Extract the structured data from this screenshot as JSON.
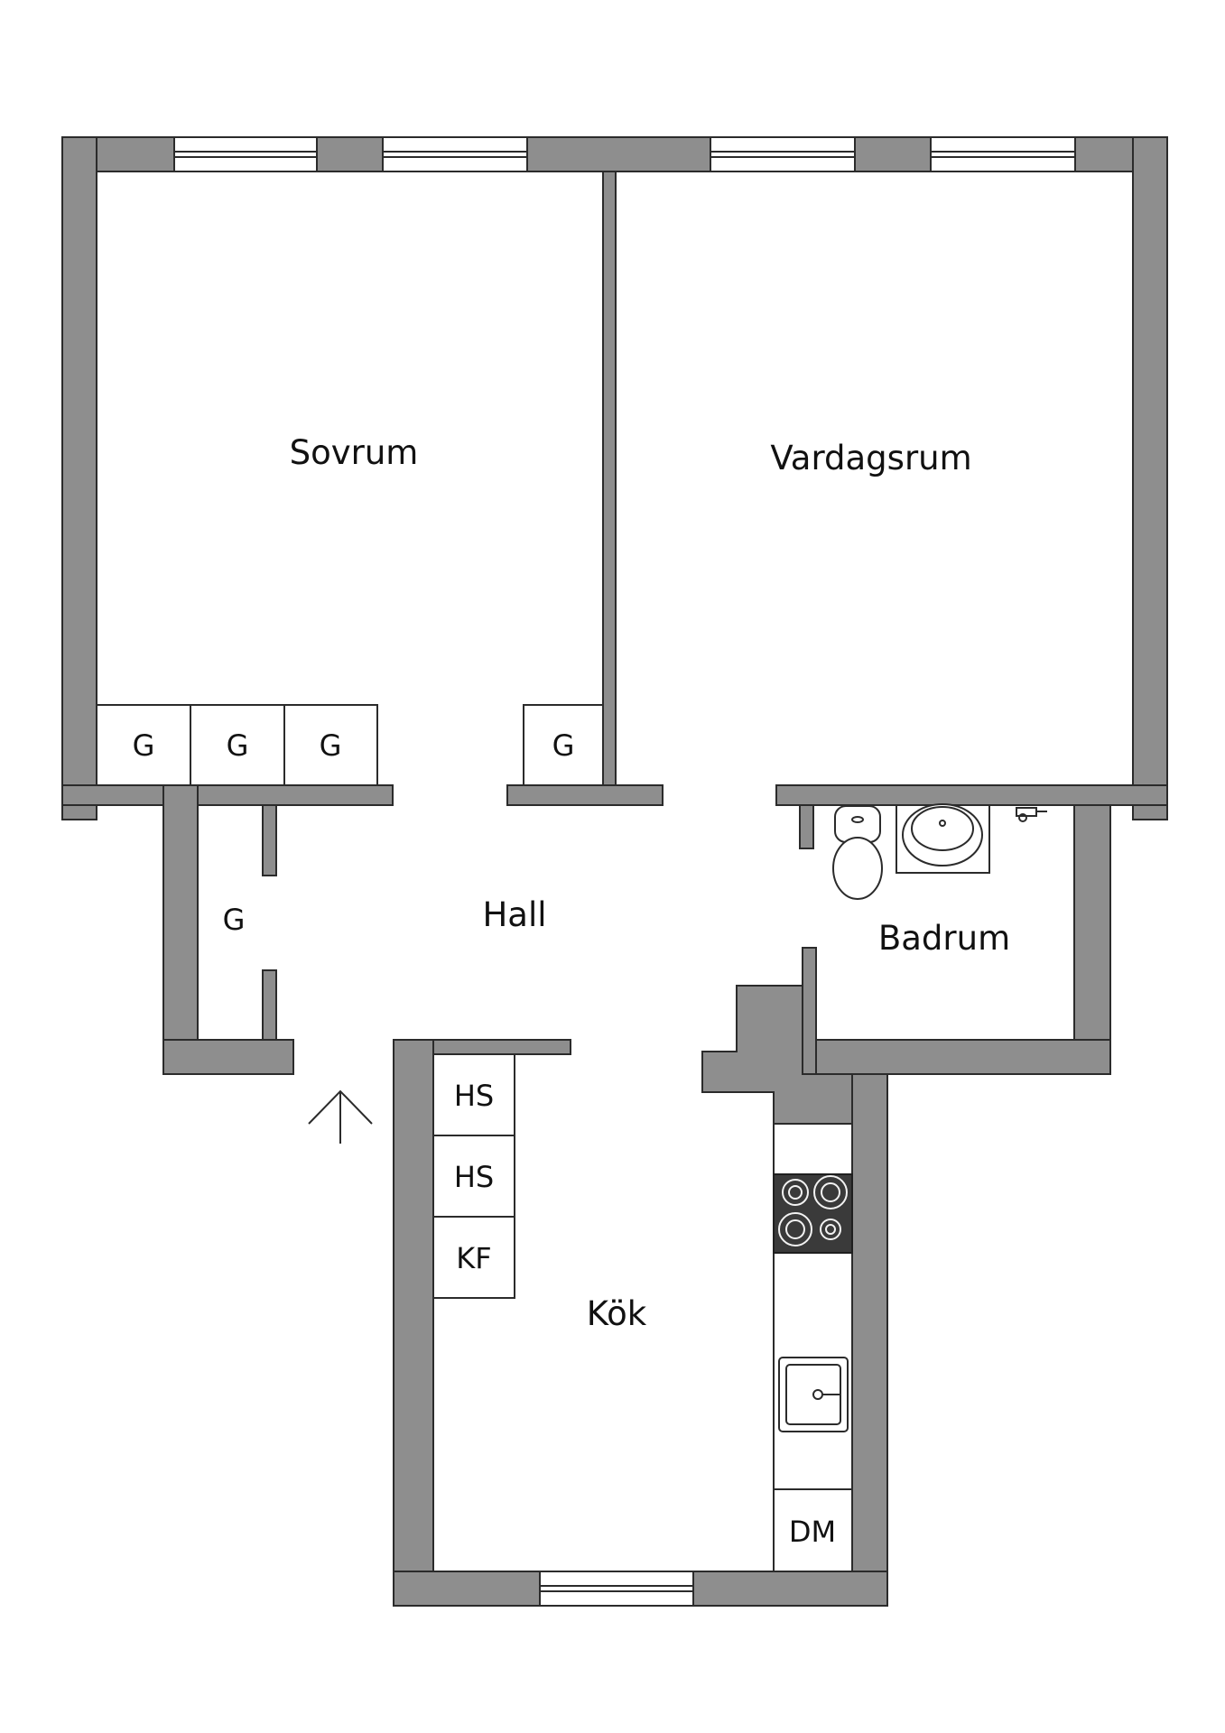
{
  "rooms": {
    "sovrum": "Sovrum",
    "vardagsrum": "Vardagsrum",
    "hall": "Hall",
    "badrum": "Badrum",
    "kok": "Kök"
  },
  "cabinets": {
    "sovrum_g1": "G",
    "sovrum_g2": "G",
    "sovrum_g3": "G",
    "sovrum_g4": "G",
    "hall_g": "G",
    "hs1": "HS",
    "hs2": "HS",
    "kf": "KF",
    "dm": "DM"
  },
  "colors": {
    "wall": "#8e8e8e",
    "line": "#2b2b2b",
    "background": "#ffffff"
  },
  "icons": [
    "entrance-arrow-icon",
    "window-icon",
    "toilet-icon",
    "washbasin-icon",
    "hob-icon",
    "sink-icon",
    "faucet-icon"
  ]
}
